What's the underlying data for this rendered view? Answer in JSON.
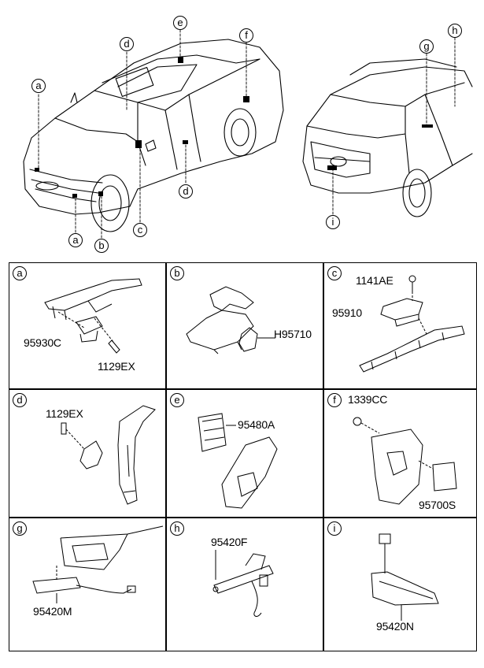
{
  "overview": {
    "callouts": {
      "a_top": "a",
      "d_top": "d",
      "e_top": "e",
      "f_top": "f",
      "g_top": "g",
      "h_top": "h",
      "d_bottom": "d",
      "c_bottom": "c",
      "a_bottom": "a",
      "b_bottom": "b",
      "i_bottom": "i"
    }
  },
  "panels": [
    {
      "tag": "a",
      "parts": [
        "95930C",
        "1129EX"
      ]
    },
    {
      "tag": "b",
      "parts": [
        "H95710"
      ]
    },
    {
      "tag": "c",
      "parts": [
        "1141AE",
        "95910"
      ]
    },
    {
      "tag": "d",
      "parts": [
        "1129EX"
      ]
    },
    {
      "tag": "e",
      "parts": [
        "95480A"
      ]
    },
    {
      "tag": "f",
      "parts": [
        "1339CC",
        "95700S"
      ]
    },
    {
      "tag": "g",
      "parts": [
        "95420M"
      ]
    },
    {
      "tag": "h",
      "parts": [
        "95420F"
      ]
    },
    {
      "tag": "i",
      "parts": [
        "95420N"
      ]
    }
  ]
}
